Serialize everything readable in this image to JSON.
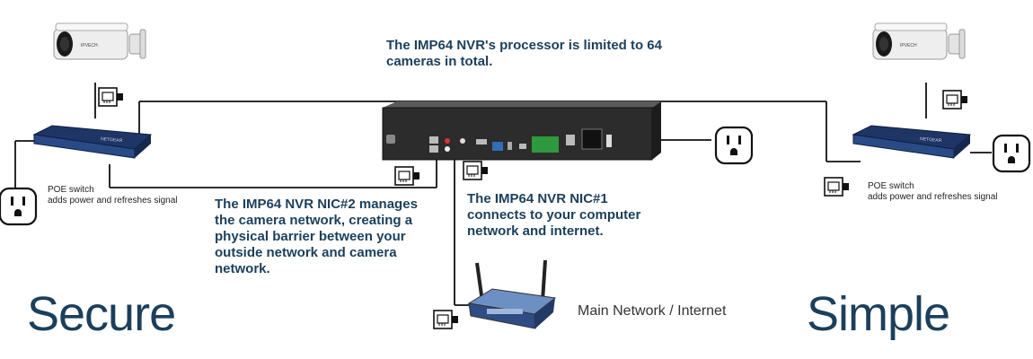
{
  "title": "The IMP64 NVR's processor is limited to 64 cameras in total.",
  "nic2": "The IMP64 NVR NIC#2 manages the camera network, creating a physical barrier between your outside network and camera network.",
  "nic1": "The IMP64 NVR NIC#1 connects to your computer network and internet.",
  "poe_left": {
    "line1": "POE switch",
    "line2": "adds power and refreshes signal"
  },
  "poe_right": {
    "line1": "POE switch",
    "line2": "adds power and refreshes signal"
  },
  "router_label": "Main Network / Internet",
  "secure": "Secure",
  "simple": "Simple",
  "camera_brand": "IPVECH",
  "switch_brand": "NETGEAR",
  "colors": {
    "text": "#1b3f5c",
    "wire": "#111111",
    "switch": "#1e3566",
    "router": "#6c8fc4"
  }
}
